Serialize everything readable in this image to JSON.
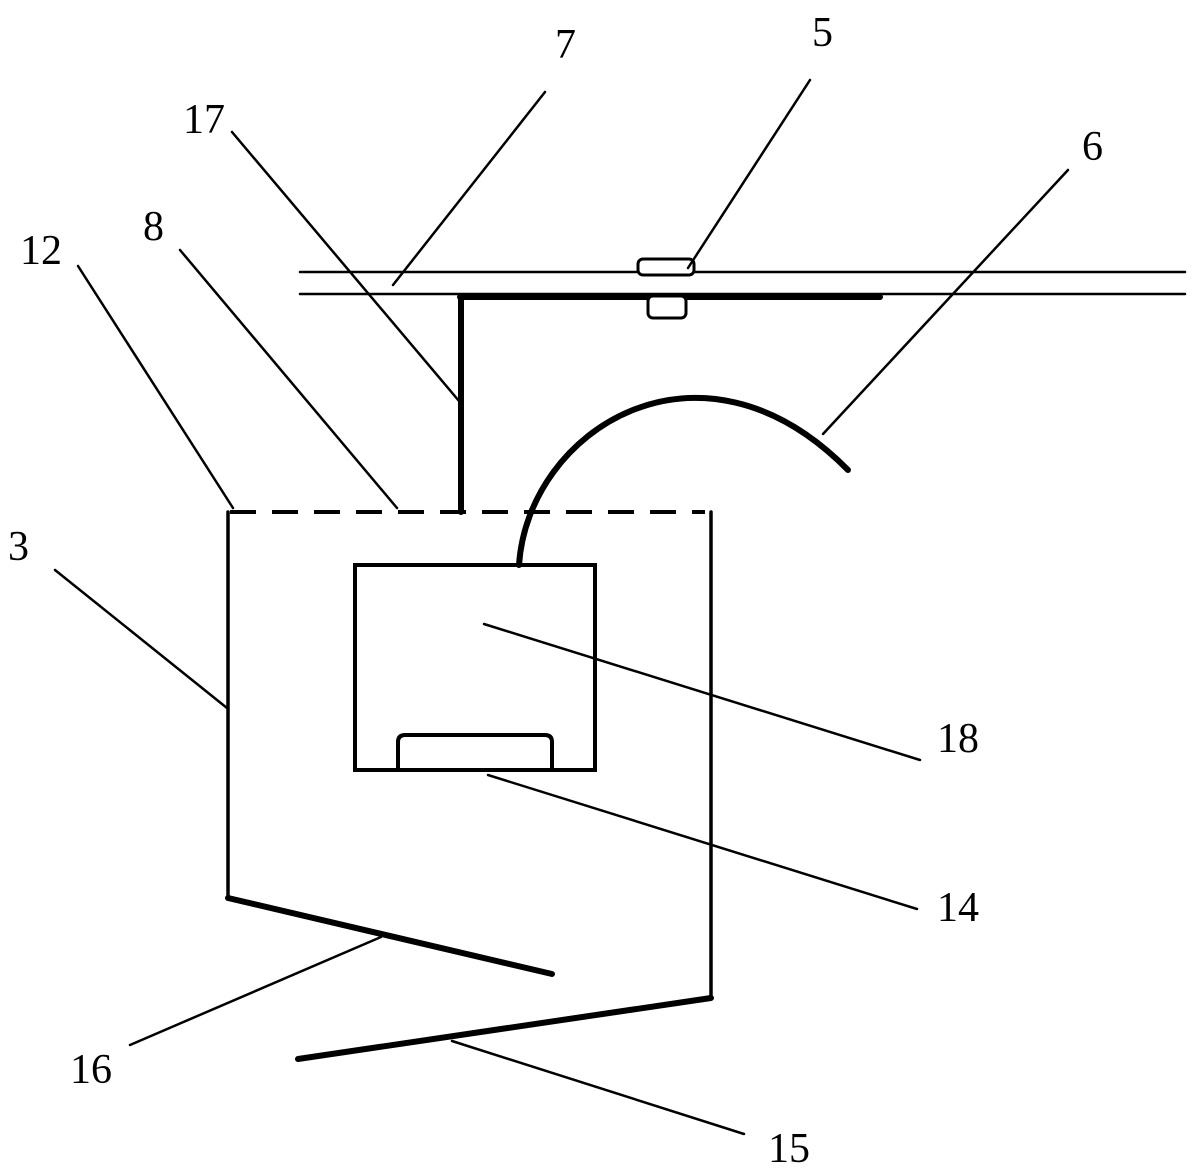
{
  "labels": {
    "l3": "3",
    "l5": "5",
    "l6": "6",
    "l7": "7",
    "l8": "8",
    "l12": "12",
    "l14": "14",
    "l15": "15",
    "l16": "16",
    "l17": "17",
    "l18": "18"
  },
  "colors": {
    "ink": "#000000",
    "background": "#ffffff"
  }
}
